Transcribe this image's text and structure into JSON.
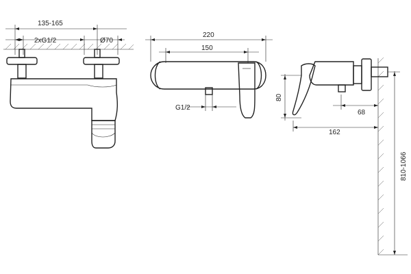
{
  "dimensions": {
    "front_spacing": "135-165",
    "front_thread": "2xG1/2",
    "front_diameter": "Ø70",
    "top_total": "220",
    "top_inner": "150",
    "bottom_thread": "G1/2",
    "side_height": "80",
    "side_depth": "68",
    "side_total": "162",
    "wall_height": "810-1066"
  },
  "colors": {
    "line": "#222222",
    "hatch": "#555555",
    "background": "#ffffff"
  }
}
